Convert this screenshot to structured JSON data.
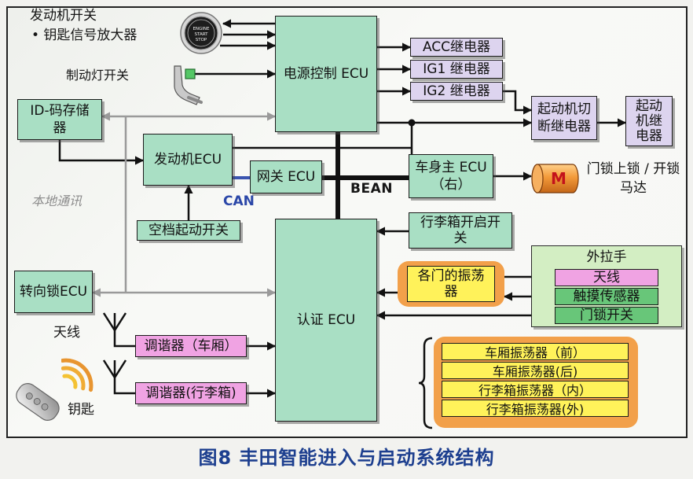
{
  "caption": "图8 丰田智能进入与启动系统结构",
  "engine_switch": {
    "label": "发动机开关",
    "sub_label": "• 钥匙信号放大器",
    "button_text": [
      "ENGINE",
      "START",
      "STOP"
    ]
  },
  "brake_light_switch": {
    "label": "制动灯开关"
  },
  "power_control_ecu": {
    "label": "电源控制 ECU"
  },
  "relays": [
    {
      "label": "ACC继电器"
    },
    {
      "label": "IG1 继电器"
    },
    {
      "label": "IG2 继电器"
    }
  ],
  "starter_cut_relay": {
    "lines": [
      "起动机切",
      "断继电器"
    ]
  },
  "starter_relay": {
    "lines": [
      "起动",
      "机继",
      "电器"
    ]
  },
  "id_code_storage": {
    "lines": [
      "ID-码存储",
      "器"
    ]
  },
  "engine_ecu": {
    "label": "发动机ECU"
  },
  "gateway_ecu": {
    "label": "网关 ECU"
  },
  "bus_labels": {
    "can": "CAN",
    "bean": "BEAN",
    "local": "本地通讯"
  },
  "body_ecu": {
    "lines": [
      "车身主 ECU",
      "（右）"
    ]
  },
  "door_lock_motor": {
    "symbol": "M",
    "lines": [
      "门锁上锁 / 开锁",
      "马达"
    ]
  },
  "neutral_start_switch": {
    "label": "空档起动开关"
  },
  "trunk_opener_switch": {
    "lines": [
      "行李箱开启开",
      "关"
    ]
  },
  "verification_ecu": {
    "label": "认证 ECU"
  },
  "outside_handle": {
    "title": "外拉手",
    "items": [
      "天线",
      "触摸传感器",
      "门锁开关"
    ]
  },
  "door_oscillators": {
    "lines": [
      "各门的振荡",
      "器"
    ]
  },
  "steering_lock_ecu": {
    "label": "转向锁ECU"
  },
  "antenna_label": "天线",
  "tuners": [
    "调谐器（车厢）",
    "调谐器(行李箱)"
  ],
  "key_label": "钥匙",
  "oscillators": [
    "车厢振荡器（前）",
    "车厢振荡器(后)",
    "行李箱振荡器（内）",
    "行李箱振荡器(外)"
  ],
  "colors": {
    "green_box": "#a9dfc4",
    "relay_lavender": "#ddd4ef",
    "pink": "#f0a3e3",
    "yellow": "#fff25a",
    "sensor_green": "#68c679",
    "outer_handle_green": "#d3eec3",
    "orange": "#f2a04a",
    "caption_blue": "#1d3f8f",
    "can_blue": "#2b47a8",
    "local_comm_gray": "#8c8c8c"
  },
  "icons": {
    "engine_switch": "engine-start-stop-button-icon",
    "brake": "brake-pedal-icon",
    "motor": "motor-cylinder-icon",
    "antenna": "antenna-icon",
    "key": "smart-key-icon",
    "signal": "signal-waves-icon"
  }
}
